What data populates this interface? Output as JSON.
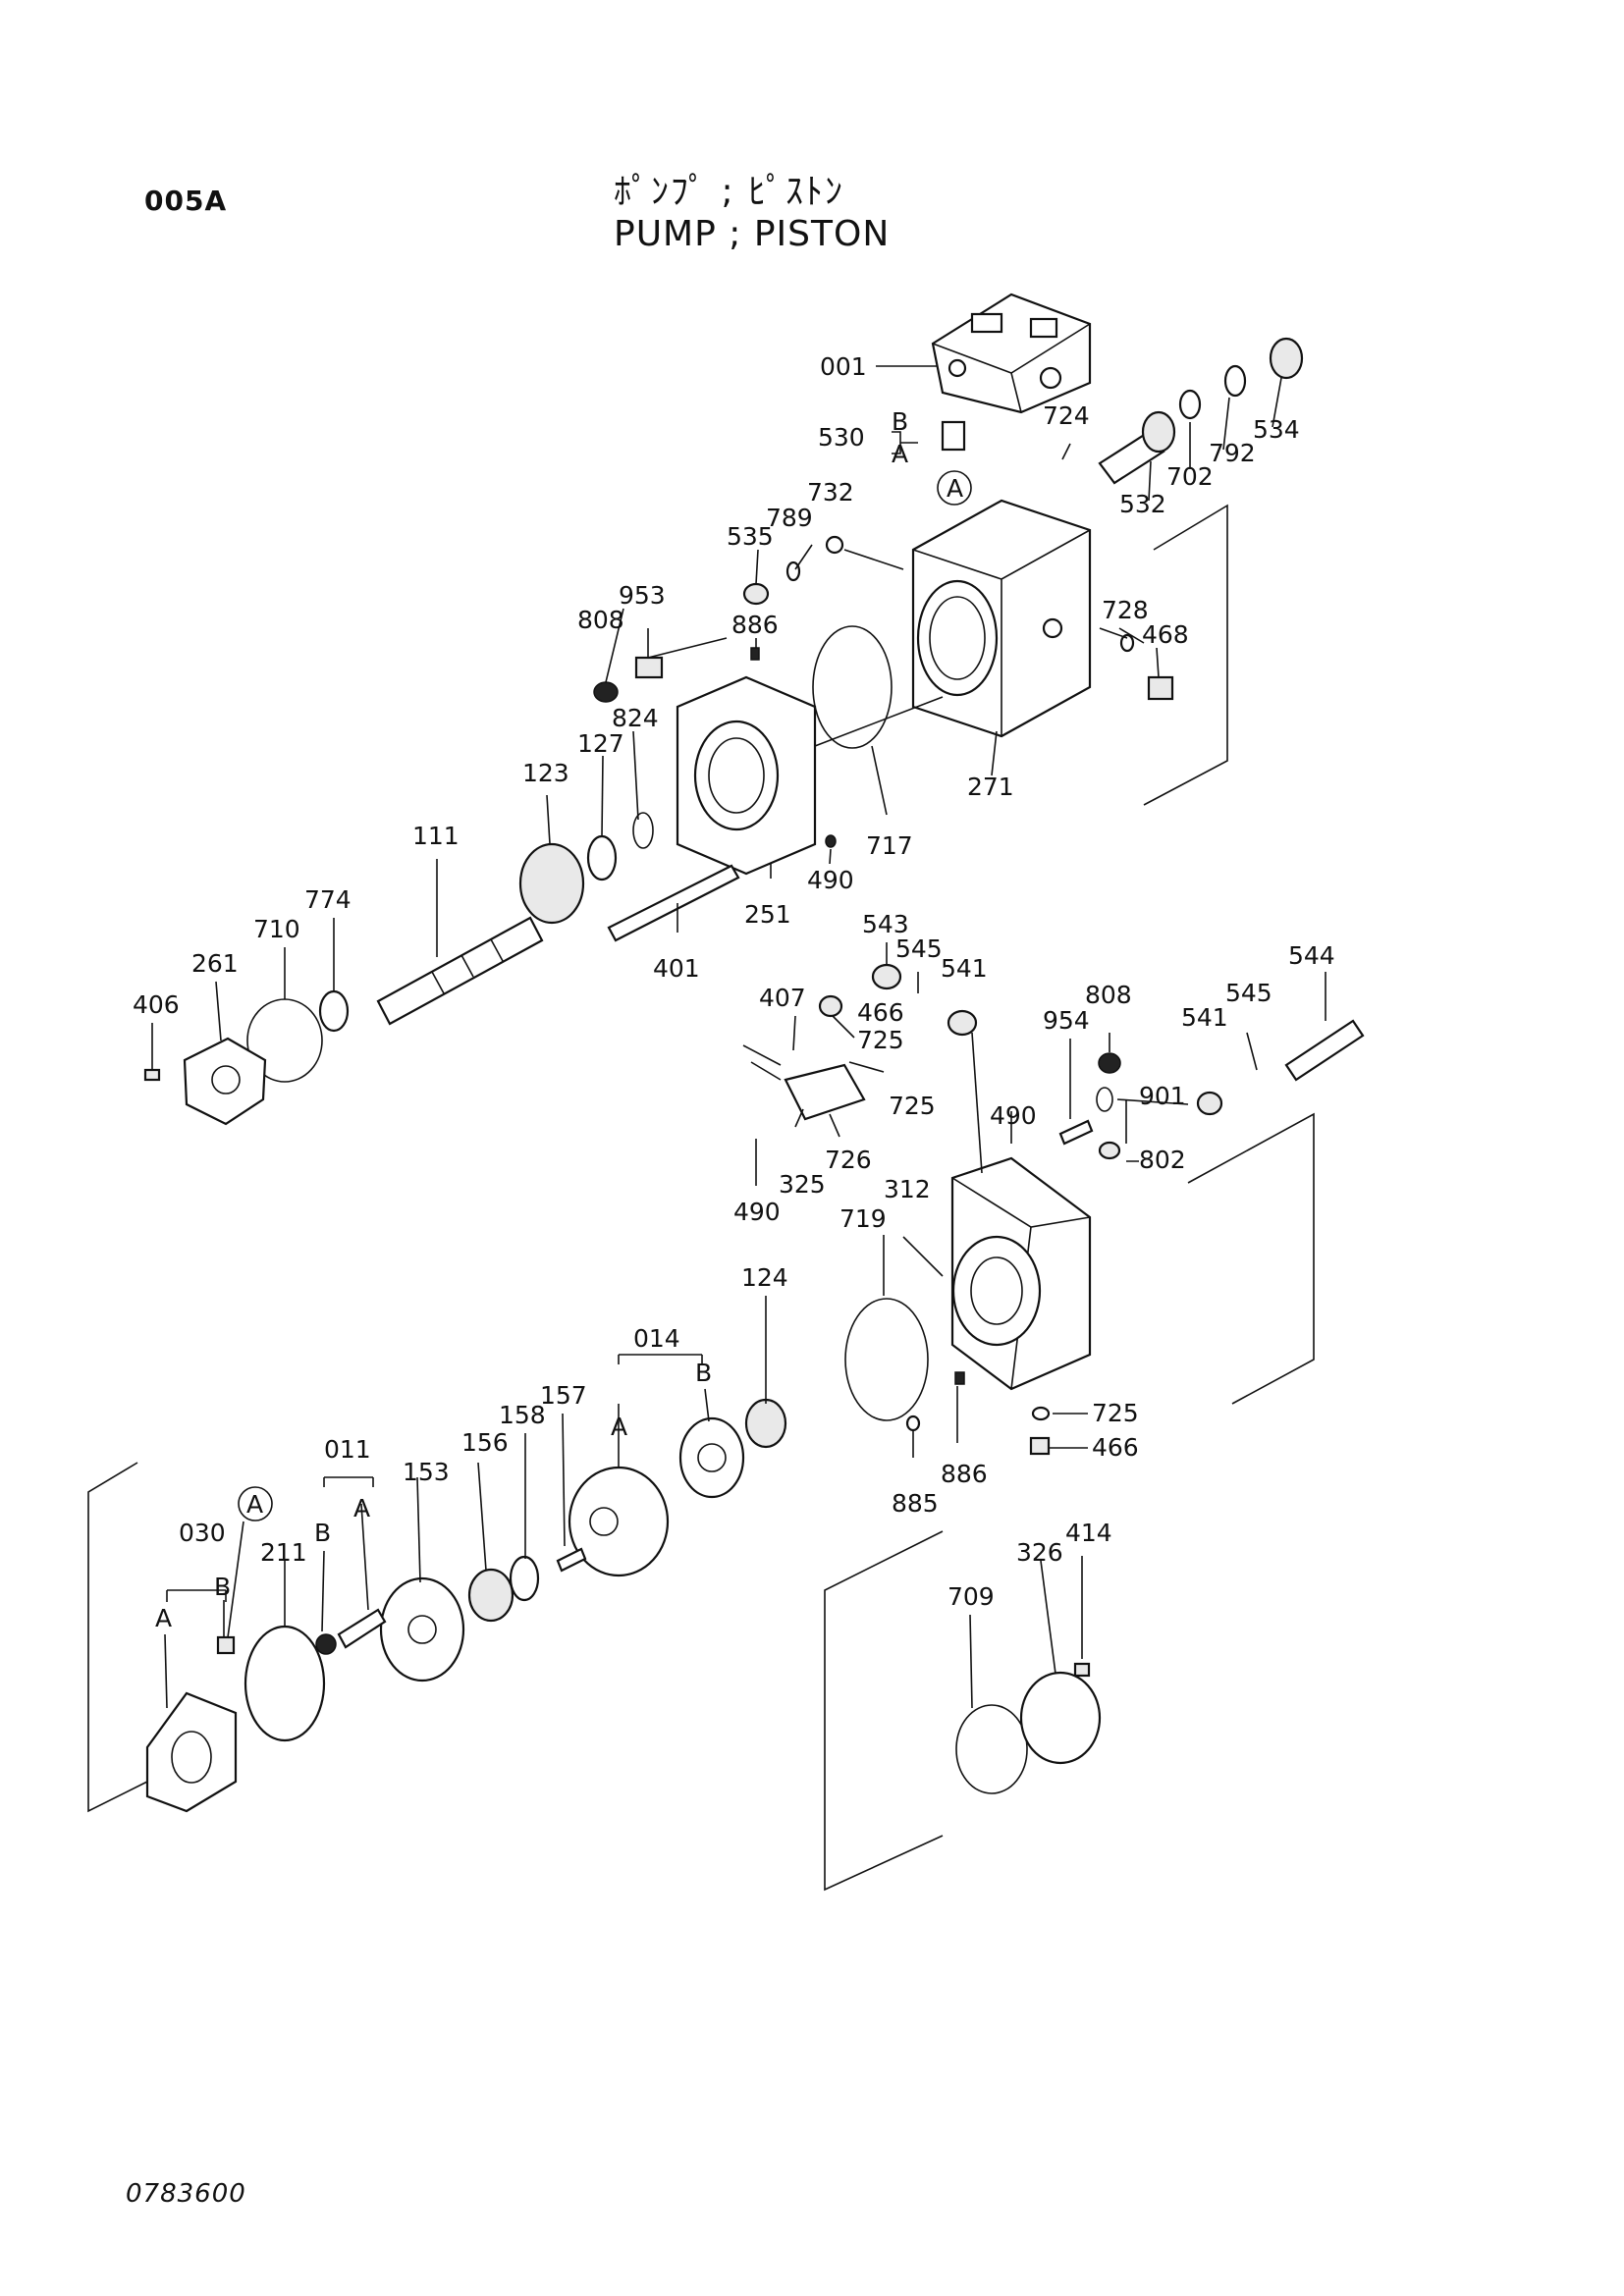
{
  "header": {
    "page_code": "005A",
    "title_jp": "ﾎﾟﾝﾌﾟ ; ﾋﾟｽﾄﾝ",
    "title_en": "PUMP  ; PISTON"
  },
  "footer": {
    "drawing_number": "0783600"
  },
  "callouts": [
    "001",
    "530",
    "B",
    "A",
    "724",
    "534",
    "792",
    "702",
    "532",
    "A",
    "732",
    "789",
    "535",
    "953",
    "808",
    "886",
    "728",
    "468",
    "824",
    "127",
    "123",
    "717",
    "271",
    "111",
    "490",
    "251",
    "774",
    "710",
    "401",
    "261",
    "406",
    "543",
    "545",
    "541",
    "544",
    "407",
    "466",
    "725",
    "808",
    "954",
    "545",
    "541",
    "901",
    "725",
    "490",
    "802",
    "726",
    "325",
    "490",
    "312",
    "719",
    "124",
    "014",
    "B",
    "A",
    "157",
    "158",
    "156",
    "011",
    "153",
    "A",
    "030",
    "A",
    "B",
    "211",
    "B",
    "A",
    "725",
    "466",
    "886",
    "885",
    "414",
    "326",
    "709"
  ]
}
